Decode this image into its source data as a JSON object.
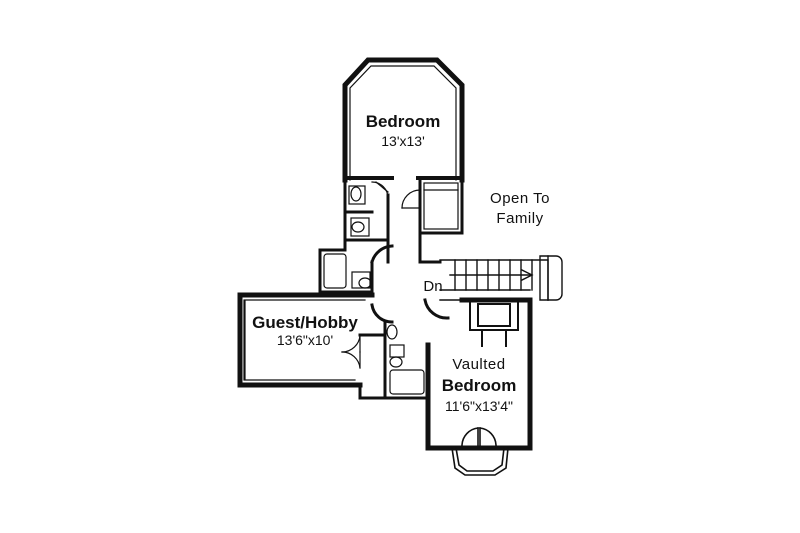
{
  "rooms": {
    "bedroom": {
      "name": "Bedroom",
      "dims": "13'x13'"
    },
    "guest": {
      "name": "Guest/Hobby",
      "dims": "13'6\"x10'"
    },
    "vaulted": {
      "qualifier": "Vaulted",
      "name": "Bedroom",
      "dims": "11'6\"x13'4\""
    }
  },
  "notes": {
    "open_line1": "Open To",
    "open_line2": "Family",
    "stair_down": "Dn"
  }
}
